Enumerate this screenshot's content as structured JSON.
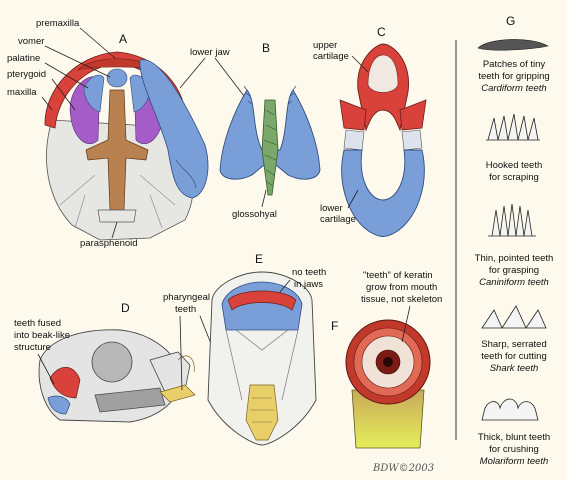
{
  "panels": {
    "a": {
      "letter": "A",
      "labels": {
        "premaxilla": "premaxilla",
        "vomer": "vomer",
        "palatine": "palatine",
        "pterygoid": "pterygoid",
        "maxilla": "maxilla",
        "parasphenoid": "parasphenoid"
      }
    },
    "b": {
      "letter": "B",
      "labels": {
        "lower_jaw": "lower jaw",
        "glossohyal": "glossohyal"
      }
    },
    "c": {
      "letter": "C",
      "labels": {
        "upper_cartilage_1": "upper",
        "upper_cartilage_2": "cartilage",
        "lower_cartilage_1": "lower",
        "lower_cartilage_2": "cartilage"
      }
    },
    "d": {
      "letter": "D",
      "labels": {
        "fused_1": "teeth fused",
        "fused_2": "into beak-like",
        "fused_3": "structure",
        "pharyngeal_1": "pharyngeal",
        "pharyngeal_2": "teeth"
      }
    },
    "e": {
      "letter": "E",
      "labels": {
        "no_teeth_1": "no teeth",
        "no_teeth_2": "in jaws"
      }
    },
    "f": {
      "letter": "F",
      "labels": {
        "keratin_1": "\"teeth\" of keratin",
        "keratin_2": "grow from mouth",
        "keratin_3": "tissue, not skeleton"
      }
    },
    "g": {
      "letter": "G",
      "items": [
        {
          "lines": [
            "Patches of tiny",
            "teeth for gripping"
          ],
          "term": "Cardiform teeth"
        },
        {
          "lines": [
            "Hooked teeth",
            "for scraping"
          ],
          "term": ""
        },
        {
          "lines": [
            "Thin, pointed teeth",
            "for grasping"
          ],
          "term": "Caniniform teeth"
        },
        {
          "lines": [
            "Sharp, serrated",
            "teeth for cutting"
          ],
          "term": "Shark teeth"
        },
        {
          "lines": [
            "Thick, blunt teeth",
            "for crushing"
          ],
          "term": "Molariform teeth"
        }
      ]
    }
  },
  "signature": "BDW©2003",
  "colors": {
    "bone_red": "#d8423a",
    "bone_blue": "#7a9fd8",
    "bone_purple": "#a45cc9",
    "bone_brown": "#b9814f",
    "bone_green": "#7aa86a",
    "bone_yellow": "#e8cf6a",
    "skull_gray": "#dcdcdc",
    "background": "#fdf9ec"
  }
}
